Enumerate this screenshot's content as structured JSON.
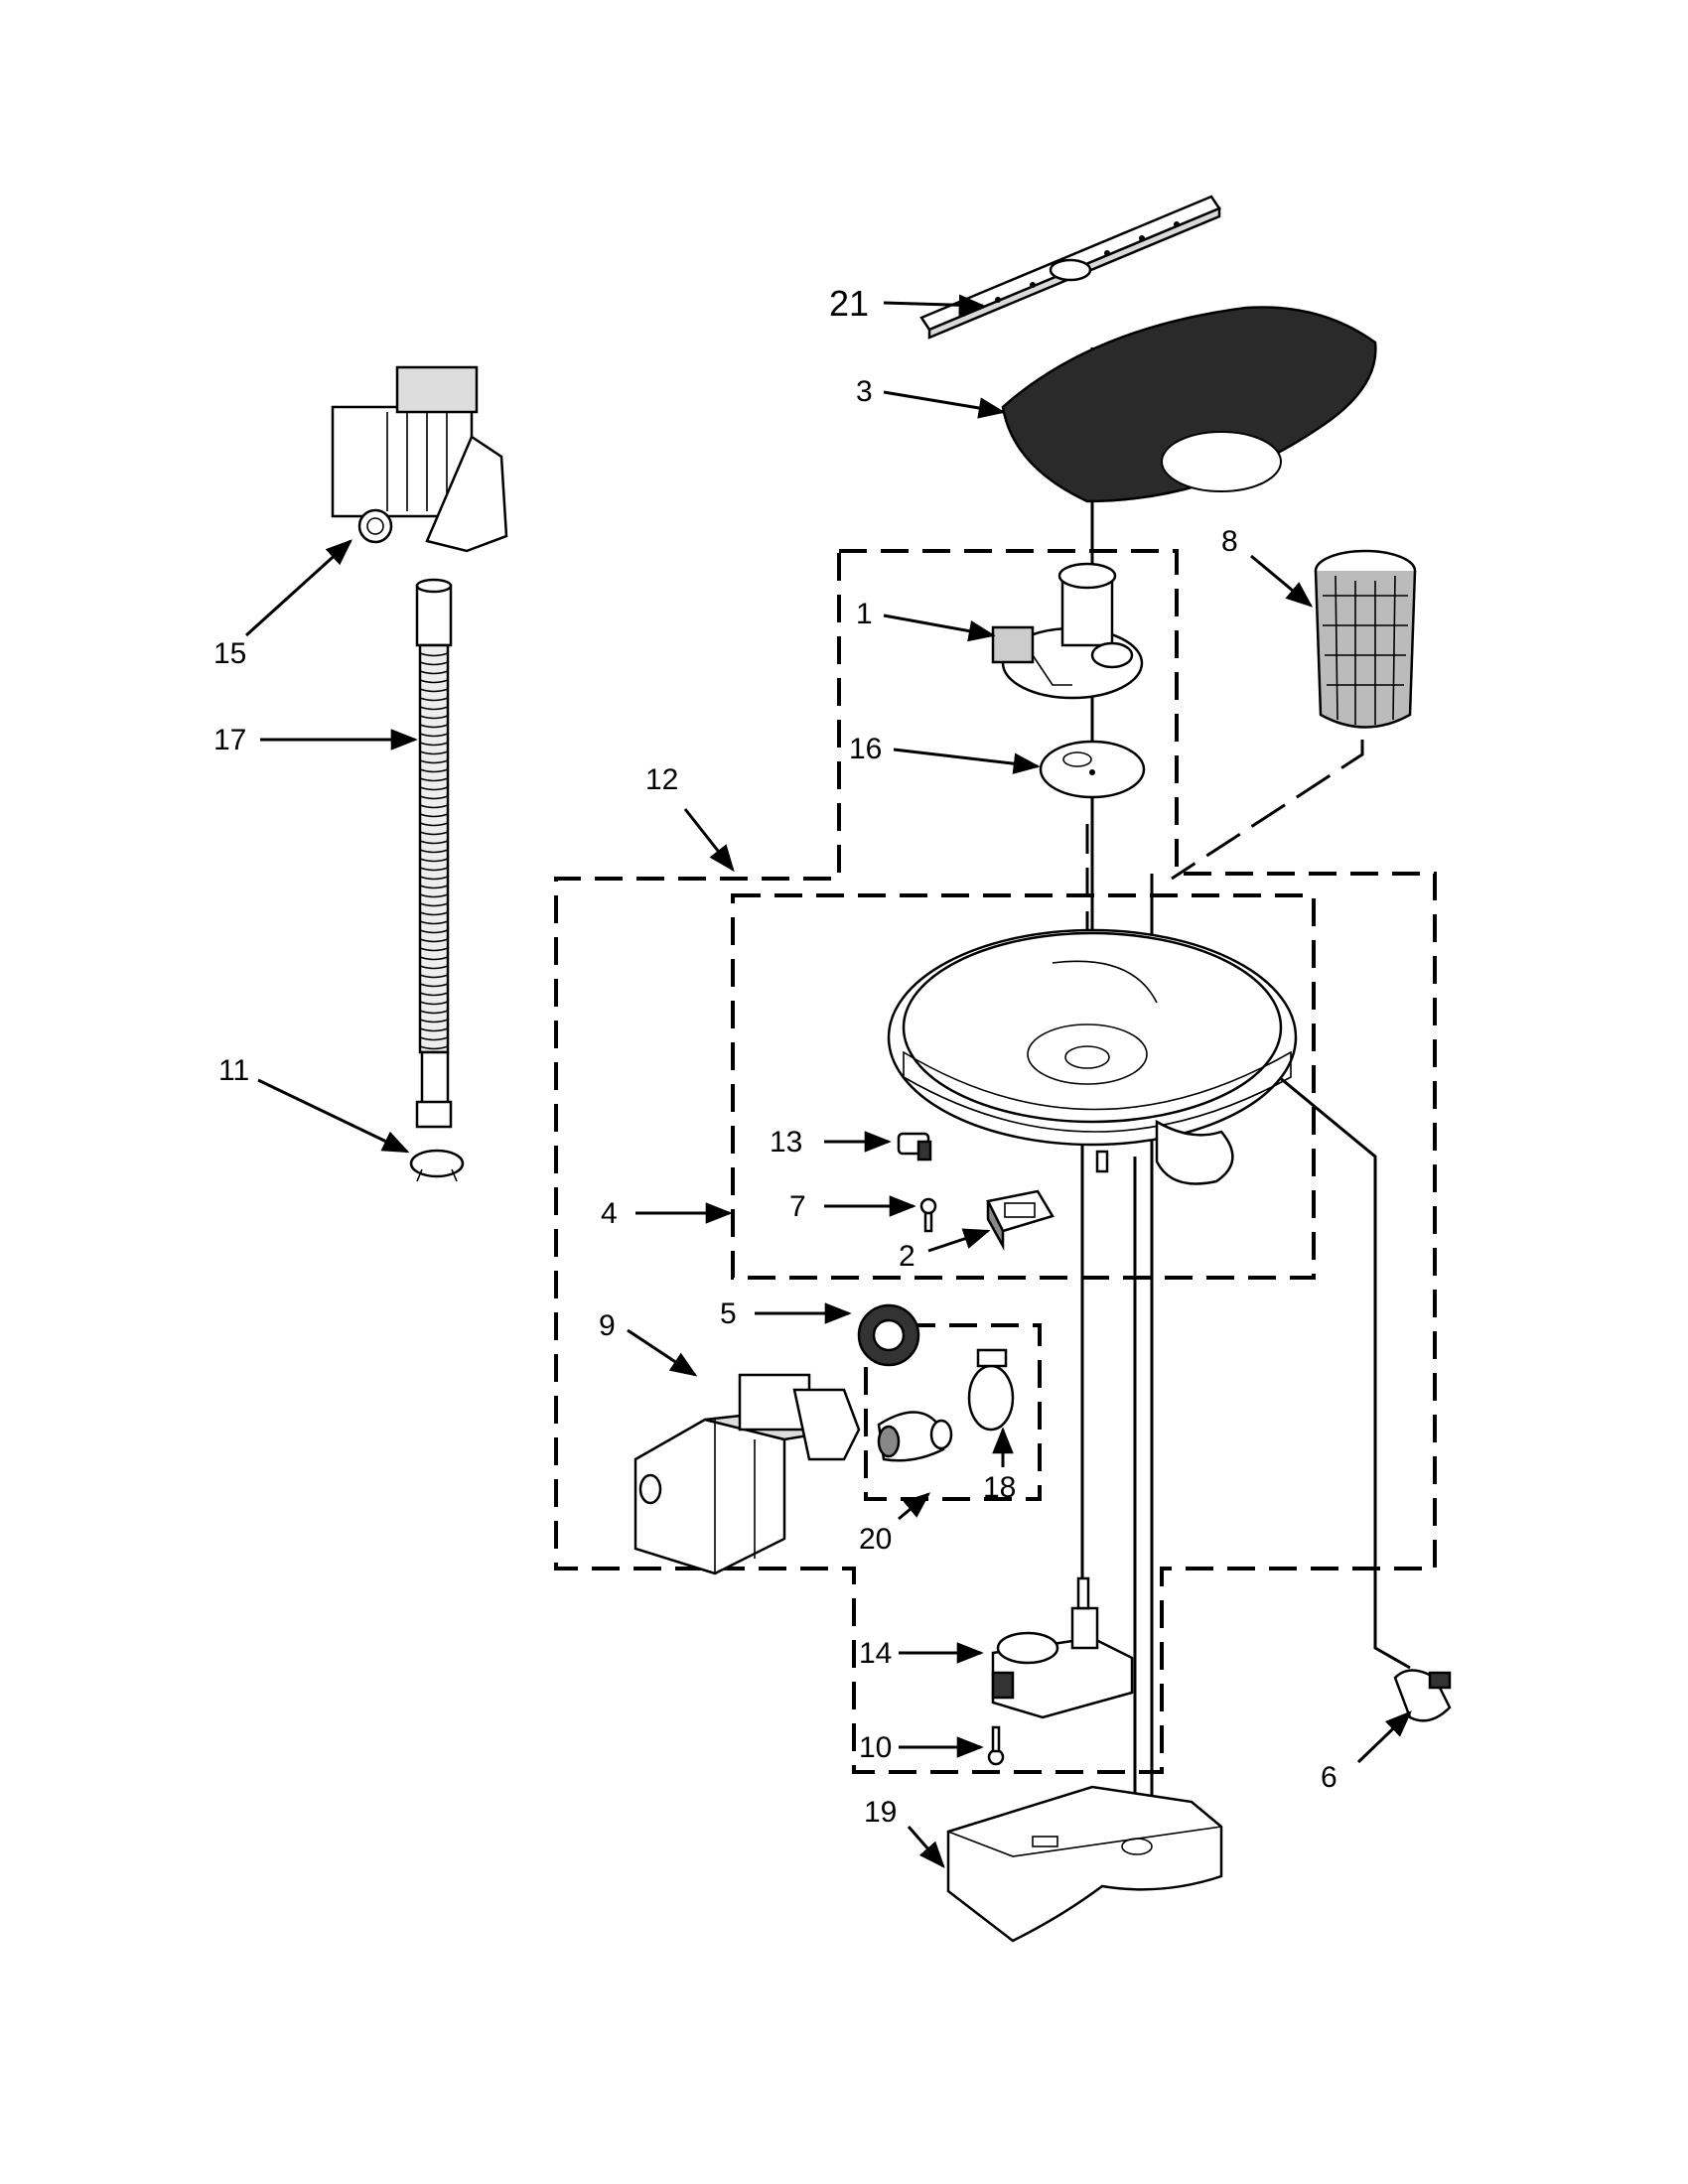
{
  "callouts": {
    "c1": "1",
    "c2": "2",
    "c3": "3",
    "c4": "4",
    "c5": "5",
    "c6": "6",
    "c7": "7",
    "c8": "8",
    "c9": "9",
    "c10": "10",
    "c11": "11",
    "c12": "12",
    "c13": "13",
    "c14": "14",
    "c15": "15",
    "c16": "16",
    "c17": "17",
    "c18": "18",
    "c19": "19",
    "c20": "20",
    "c21": "21"
  },
  "colors": {
    "ink": "#000000",
    "paper": "#ffffff",
    "gasket": "#2a2a2a"
  }
}
